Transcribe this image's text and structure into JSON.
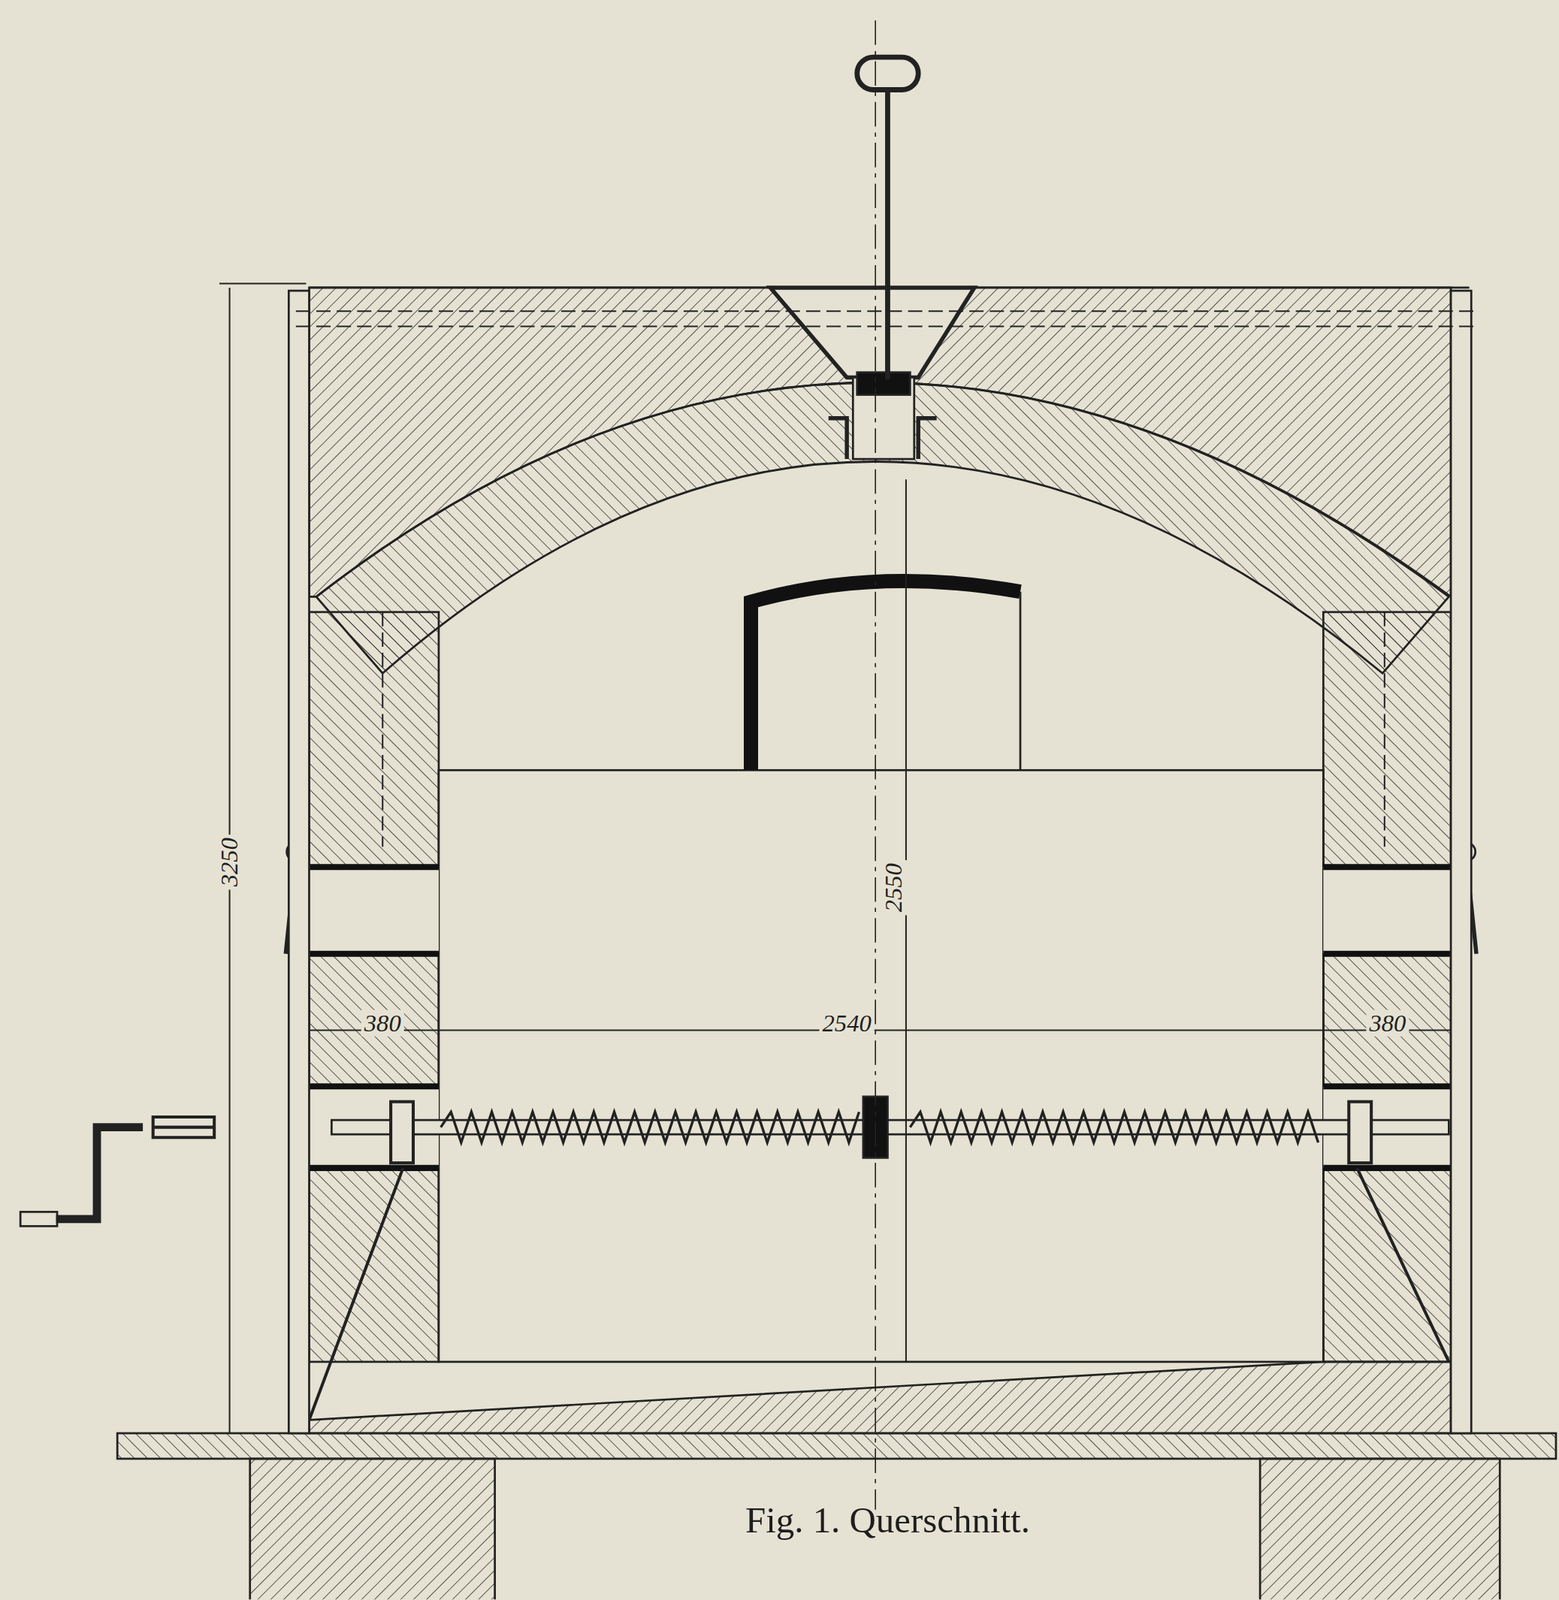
{
  "diagram": {
    "caption": "Fig. 1. Querschnitt.",
    "labels": [
      "3250",
      "2550",
      "380",
      "2540",
      "380"
    ]
  }
}
